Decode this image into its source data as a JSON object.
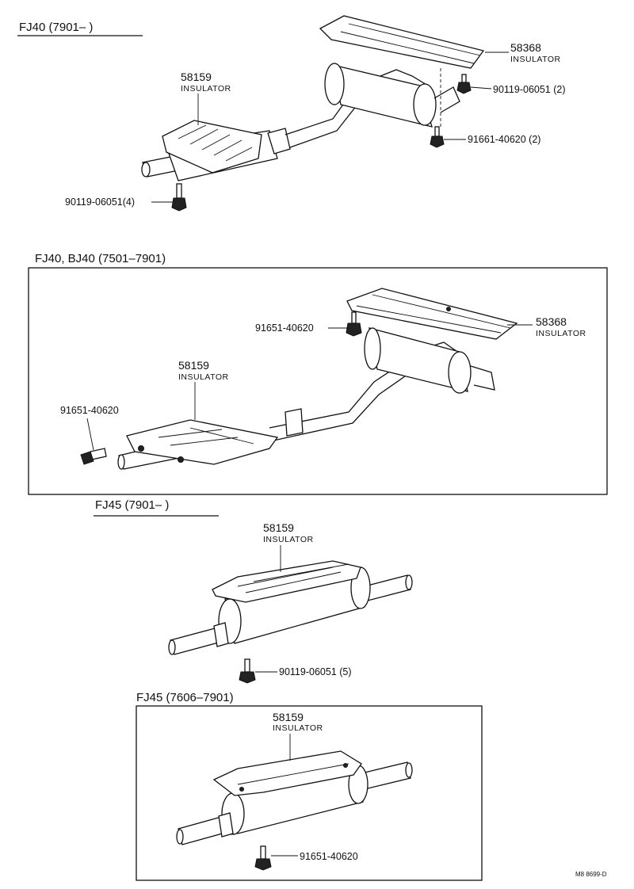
{
  "sections": [
    {
      "id": "fj40-new",
      "heading": "FJ40  (7901–        )",
      "parts": [
        {
          "number": "58368",
          "name": "INSULATOR"
        },
        {
          "number": "58159",
          "name": "INSULATOR"
        },
        {
          "number": "90119-06051 (2)"
        },
        {
          "number": "91661-40620 (2)"
        },
        {
          "number": "90119-06051(4)"
        }
      ]
    },
    {
      "id": "fj40-bj40",
      "heading": "FJ40, BJ40  (7501–7901)",
      "parts": [
        {
          "number": "58368",
          "name": "INSULATOR"
        },
        {
          "number": "91651-40620"
        },
        {
          "number": "58159",
          "name": "INSULATOR"
        },
        {
          "number": "91651-40620"
        }
      ]
    },
    {
      "id": "fj45-new",
      "heading": "FJ45  (7901–        )",
      "parts": [
        {
          "number": "58159",
          "name": "INSULATOR"
        },
        {
          "number": "90119-06051 (5)"
        }
      ]
    },
    {
      "id": "fj45-old",
      "heading": "FJ45  (7606–7901)",
      "parts": [
        {
          "number": "58159",
          "name": "INSULATOR"
        },
        {
          "number": "91651-40620"
        }
      ]
    }
  ],
  "footer_code": "M8  8699-D"
}
